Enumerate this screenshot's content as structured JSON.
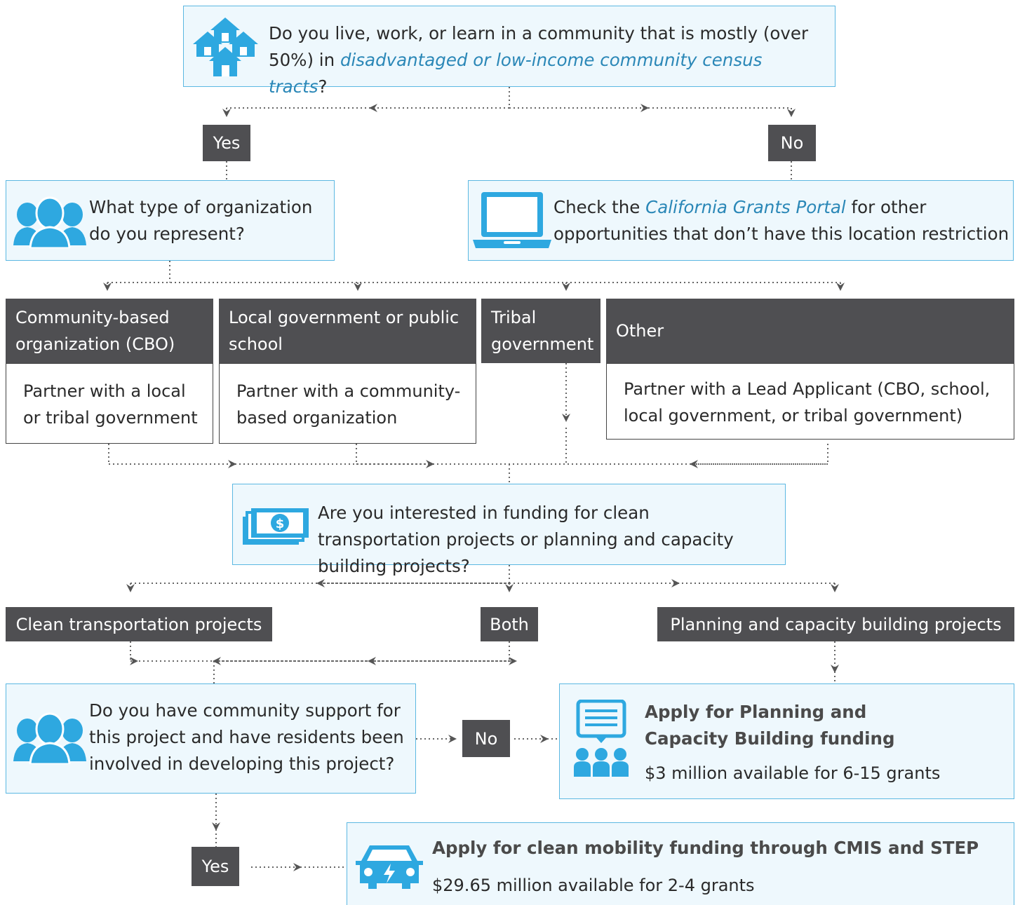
{
  "q1": {
    "text_before": "Do you live, work, or learn in a community that is mostly (over 50%) in ",
    "link": "disadvantaged or low-income community census tracts",
    "text_after": "?"
  },
  "yes1": "Yes",
  "no1": "No",
  "q2": {
    "text": "What type of organization do you represent?"
  },
  "portal": {
    "text_before": "Check the ",
    "link": "California Grants Portal",
    "text_after": " for other opportunities that don’t have this location restriction"
  },
  "org_types": [
    {
      "label": "Community-based organization (CBO)",
      "action": "Partner with a local or tribal government"
    },
    {
      "label": "Local government or public school",
      "action": "Partner with a community-based organization"
    },
    {
      "label": "Tribal government"
    },
    {
      "label": "Other",
      "action": "Partner with a Lead Applicant (CBO, school, local government, or tribal government)"
    }
  ],
  "q3": {
    "text": "Are you interested in funding for clean transportation projects or planning and capacity building projects?"
  },
  "funding_options": [
    "Clean transportation projects",
    "Both",
    "Planning and capacity building projects"
  ],
  "q4": {
    "text": "Do you have community support for this project and have residents been involved in developing this project?"
  },
  "no2": "No",
  "yes2": "Yes",
  "planning_result": {
    "title": "Apply for Planning and Capacity Building funding",
    "detail": "$3 million available for 6-15 grants"
  },
  "mobility_result": {
    "title": "Apply for clean mobility funding through CMIS and STEP",
    "detail": "$29.65 million available for 2-4 grants"
  },
  "colors": {
    "accent_blue": "#2ea8e0",
    "box_fill": "#eef8fd",
    "box_border": "#5cb8e2",
    "tag_dark": "#4f4f52",
    "link_blue": "#2a87b7"
  },
  "icons": [
    "houses-icon",
    "people-icon",
    "laptop-icon",
    "money-icon",
    "people-icon",
    "presentation-icon",
    "electric-car-icon"
  ]
}
